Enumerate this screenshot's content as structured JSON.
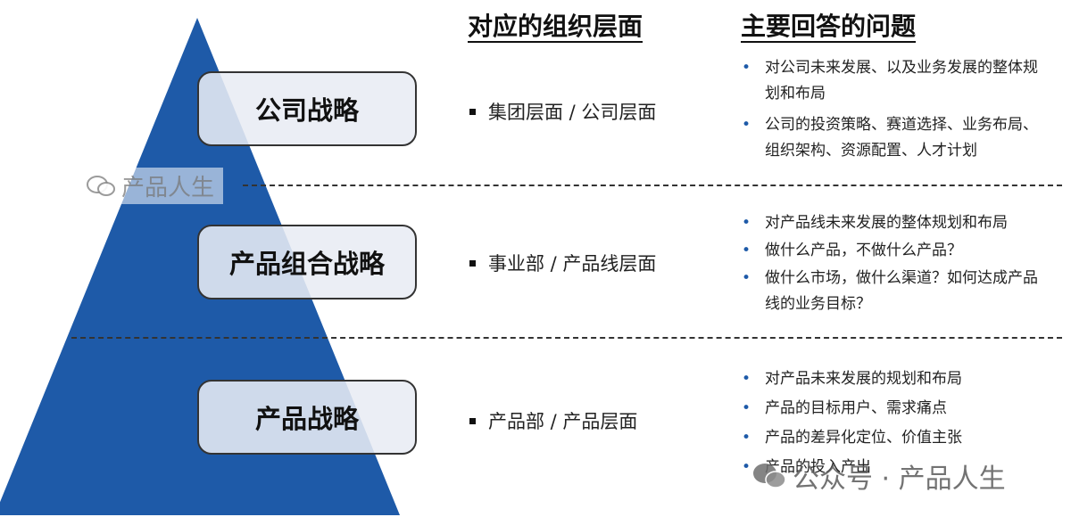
{
  "headers": {
    "org_level": "对应的组织层面",
    "main_questions": "主要回答的问题"
  },
  "levels": [
    {
      "label": "公司战略",
      "org": "集团层面 / 公司层面",
      "questions": [
        "对公司未来发展、以及业务发展的整体规划和布局",
        "公司的投资策略、赛道选择、业务布局、组织架构、资源配置、人才计划"
      ]
    },
    {
      "label": "产品组合战略",
      "org": "事业部 / 产品线层面",
      "questions": [
        "对产品线未来发展的整体规划和布局",
        "做什么产品，不做什么产品？",
        "做什么市场，做什么渠道？如何达成产品线的业务目标？"
      ]
    },
    {
      "label": "产品战略",
      "org": "产品部 / 产品层面",
      "questions": [
        "对产品未来发展的规划和布局",
        "产品的目标用户、需求痛点",
        "产品的差异化定位、价值主张",
        "产品的投入产出"
      ]
    }
  ],
  "watermarks": {
    "top": "产品人生",
    "bottom": "公众号 · 产品人生"
  },
  "colors": {
    "pyramid": "#1e5aa8",
    "bullet": "#1e5aa8",
    "divider": "#333333"
  }
}
